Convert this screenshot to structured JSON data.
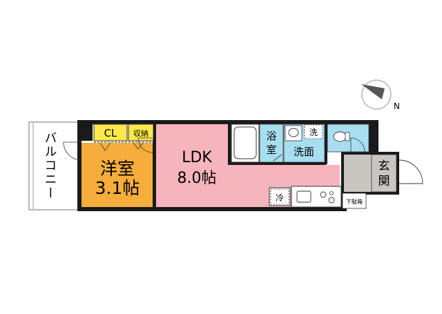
{
  "compass": {
    "north_label": "N"
  },
  "rooms": {
    "balcony": {
      "label": "バルコニー"
    },
    "closet": {
      "label": "CL"
    },
    "storage": {
      "label": "収納"
    },
    "western_room": {
      "name": "洋室",
      "size": "3.1帖"
    },
    "ldk": {
      "name": "LDK",
      "size": "8.0帖"
    },
    "bath": {
      "line1": "浴",
      "line2": "室"
    },
    "washroom": {
      "label": "洗面"
    },
    "washer": {
      "label": "洗"
    },
    "fridge": {
      "label": "冷"
    },
    "entrance": {
      "line1": "玄",
      "line2": "関"
    },
    "shoe_box": {
      "label": "下駄箱"
    }
  },
  "colors": {
    "western_room": "#f6ad3c",
    "ldk": "#f6b4bd",
    "closet": "#ffe94a",
    "wet_area": "#a8dff0",
    "entrance": "#c9c6c0",
    "wall": "#1a1a1a"
  }
}
